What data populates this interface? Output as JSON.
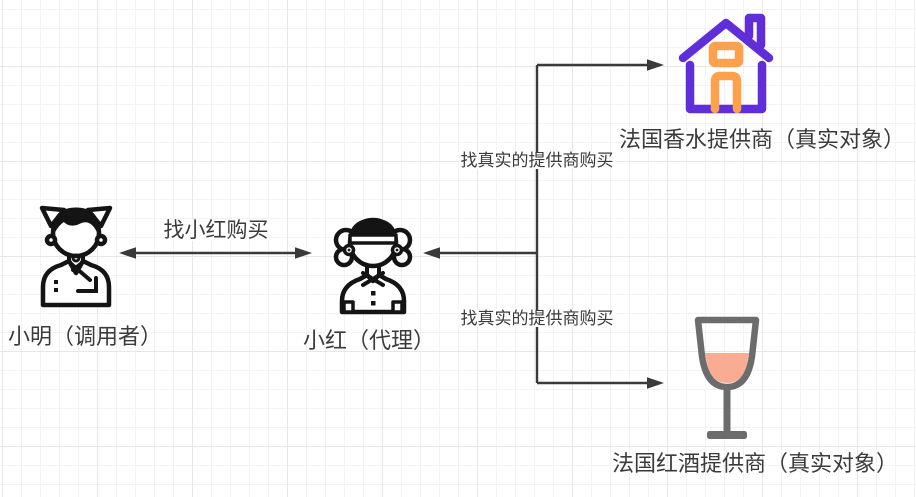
{
  "diagram": {
    "title": "proxy-pattern-diagram",
    "nodes": {
      "caller": {
        "label": "小明（调用者）",
        "icon": "boy-icon"
      },
      "proxy": {
        "label": "小红（代理）",
        "icon": "girl-icon"
      },
      "perfume_provider": {
        "label": "法国香水提供商（真实对象）",
        "icon": "house-icon"
      },
      "wine_provider": {
        "label": "法国红酒提供商（真实对象）",
        "icon": "wine-glass-icon"
      }
    },
    "edges": {
      "caller_to_proxy": {
        "label": "找小红购买",
        "style": "double-arrow"
      },
      "branch_to_proxy": {
        "style": "arrow-into-proxy"
      },
      "proxy_to_perfume": {
        "label": "找真实的提供商购买",
        "style": "arrow"
      },
      "proxy_to_wine": {
        "label": "找真实的提供商购买",
        "style": "arrow"
      }
    },
    "colors": {
      "line": "#3a3a3a",
      "text": "#3b3b3b",
      "icon_black": "#141414",
      "house_purple": "#5f2ed8",
      "house_orange": "#ffa04c",
      "glass_gray": "#6c6c6c",
      "wine_fill": "#f9ac91",
      "grid_minor": "#f3f3f5",
      "grid_major": "#e7e7ea"
    }
  }
}
